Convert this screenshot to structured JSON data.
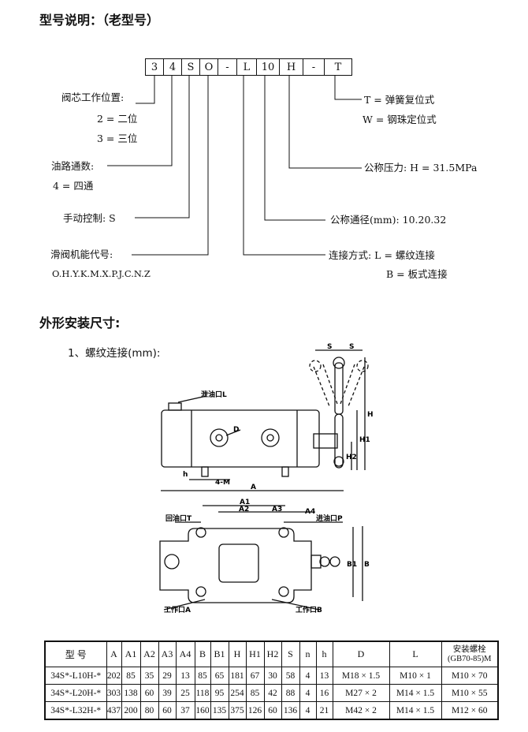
{
  "section1": {
    "title": "型号说明：（老型号）",
    "code_cells": [
      "3",
      "4",
      "S",
      "O",
      "-",
      "L",
      "10",
      "H",
      "-",
      "T"
    ],
    "spool_positions": {
      "label": "阀芯工作位置:",
      "options": [
        "2 = 二位",
        "3 = 三位"
      ]
    },
    "ways": {
      "label": "油路通数:",
      "options": [
        "4 = 四通"
      ]
    },
    "manual_control": {
      "label": "手动控制:  S"
    },
    "spool_function": {
      "label": "滑阀机能代号:",
      "options": [
        "O.H.Y.K.M.X.P.J.C.N.Z"
      ]
    },
    "return_type": {
      "options": [
        "T = 弹簧复位式",
        "W = 钢珠定位式"
      ]
    },
    "pressure": {
      "label": "公称压力:  H = 31.5MPa"
    },
    "diameter": {
      "label": "公称通径(mm): 10.20.32"
    },
    "connection": {
      "label": "连接方式:  L = 螺纹连接",
      "options": [
        "B = 板式连接"
      ]
    }
  },
  "section2": {
    "title": "外形安装尺寸:",
    "subtitle": "1、螺纹连接(mm):",
    "drawing_labels": {
      "drain": "泄油口L",
      "D": "D",
      "h": "h",
      "M": "4-M",
      "A": "A",
      "S1": "S",
      "S2": "S",
      "H": "H",
      "H1": "H1",
      "H2": "H2",
      "A1": "A1",
      "A2": "A2",
      "A3": "A3",
      "A4": "A4",
      "return_port": "回油口T",
      "inlet_port": "进油口P",
      "work_a": "工作口A",
      "work_b": "工作口B",
      "B1": "B1",
      "B": "B"
    }
  },
  "table": {
    "headers": [
      "型 号",
      "A",
      "A1",
      "A2",
      "A3",
      "A4",
      "B",
      "B1",
      "H",
      "H1",
      "H2",
      "S",
      "n",
      "h",
      "D",
      "L",
      "安装螺栓\n(GB70-85)M"
    ],
    "rows": [
      [
        "34S*-L10H-*",
        "202",
        "85",
        "35",
        "29",
        "13",
        "85",
        "65",
        "181",
        "67",
        "30",
        "58",
        "4",
        "13",
        "M18 × 1.5",
        "M10 × 1",
        "M10 × 70"
      ],
      [
        "34S*-L20H-*",
        "303",
        "138",
        "60",
        "39",
        "25",
        "118",
        "95",
        "254",
        "85",
        "42",
        "88",
        "4",
        "16",
        "M27 × 2",
        "M14 × 1.5",
        "M10 × 55"
      ],
      [
        "34S*-L32H-*",
        "437",
        "200",
        "80",
        "60",
        "37",
        "160",
        "135",
        "375",
        "126",
        "60",
        "136",
        "4",
        "21",
        "M42 × 2",
        "M14 × 1.5",
        "M12 × 60"
      ]
    ]
  }
}
